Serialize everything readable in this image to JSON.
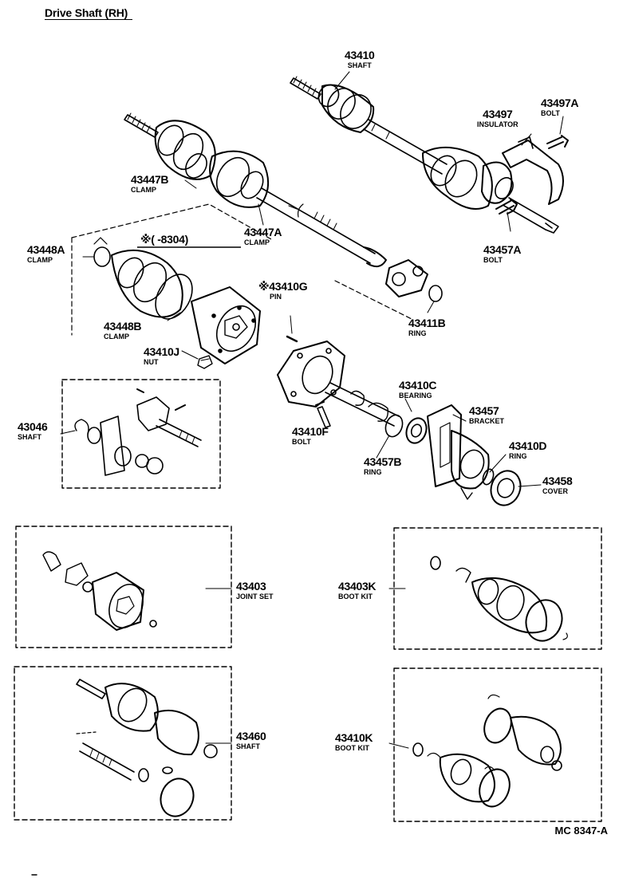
{
  "title": "Drive Shaft (RH)",
  "figure_code": "MC 8347-A",
  "callout": "※(     -8304)",
  "labels": {
    "l43410": {
      "num": "43410",
      "name": "SHAFT"
    },
    "l43497": {
      "num": "43497",
      "name": "INSULATOR"
    },
    "l43497A": {
      "num": "43497A",
      "name": "BOLT"
    },
    "l43447B": {
      "num": "43447B",
      "name": "CLAMP"
    },
    "l43447A": {
      "num": "43447A",
      "name": "CLAMP"
    },
    "l43448A": {
      "num": "43448A",
      "name": "CLAMP"
    },
    "l43457A": {
      "num": "43457A",
      "name": "BOLT"
    },
    "l43410G": {
      "num": "※43410G",
      "name": "PIN"
    },
    "l43411B": {
      "num": "43411B",
      "name": "RING"
    },
    "l43448B": {
      "num": "43448B",
      "name": "CLAMP"
    },
    "l43410J": {
      "num": "43410J",
      "name": "NUT"
    },
    "l43410C": {
      "num": "43410C",
      "name": "BEARING"
    },
    "l43457": {
      "num": "43457",
      "name": "BRACKET"
    },
    "l43046": {
      "num": "43046",
      "name": "SHAFT"
    },
    "l43410F": {
      "num": "43410F",
      "name": "BOLT"
    },
    "l43457B": {
      "num": "43457B",
      "name": "RING"
    },
    "l43410D": {
      "num": "43410D",
      "name": "RING"
    },
    "l43458": {
      "num": "43458",
      "name": "COVER"
    },
    "l43403": {
      "num": "43403",
      "name": "JOINT SET"
    },
    "l43403K": {
      "num": "43403K",
      "name": "BOOT KIT"
    },
    "l43460": {
      "num": "43460",
      "name": "SHAFT"
    },
    "l43410K": {
      "num": "43410K",
      "name": "BOOT KIT"
    }
  }
}
